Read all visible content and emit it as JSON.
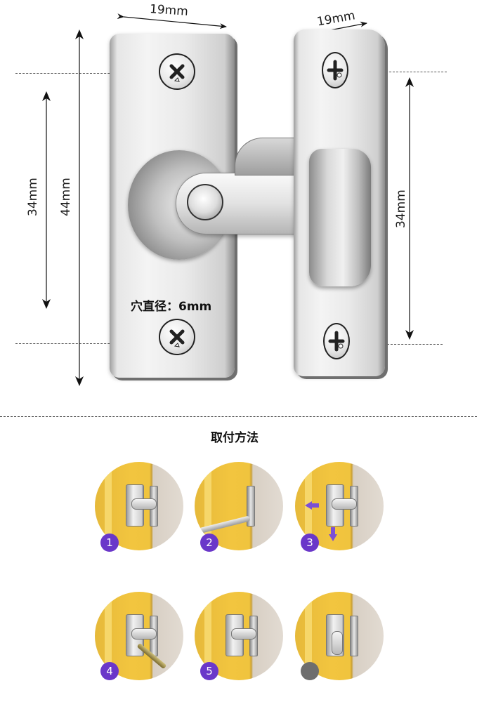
{
  "diagram": {
    "dimensions": {
      "left_plate_width": "19mm",
      "right_plate_width": "19mm",
      "left_hole_spacing": "34mm",
      "left_plate_height": "44mm",
      "right_hole_spacing": "34mm"
    },
    "hole_diameter_label": "穴直径：6mm"
  },
  "installation": {
    "title": "取付方法",
    "steps": [
      {
        "badge": "1",
        "badge_color": "#6a37c9",
        "description": "latch plate positioned on door with arm engaged"
      },
      {
        "badge": "2",
        "badge_color": "#6a37c9",
        "description": "screwdriver fixing the keeper to the frame"
      },
      {
        "badge": "3",
        "badge_color": "#6a37c9",
        "description": "hand sliding latch plate, arrows left and down",
        "arrows": [
          "left",
          "down"
        ],
        "arrow_color": "#7b4fd6"
      },
      {
        "badge": "4",
        "badge_color": "#6a37c9",
        "description": "screwdriver fastening latch plate screws"
      },
      {
        "badge": "5",
        "badge_color": "#6a37c9",
        "description": "latch installed with arm engaged in keeper"
      },
      {
        "badge": "",
        "badge_color": "#6e6e6e",
        "description": "latch rotated to open position"
      }
    ]
  }
}
